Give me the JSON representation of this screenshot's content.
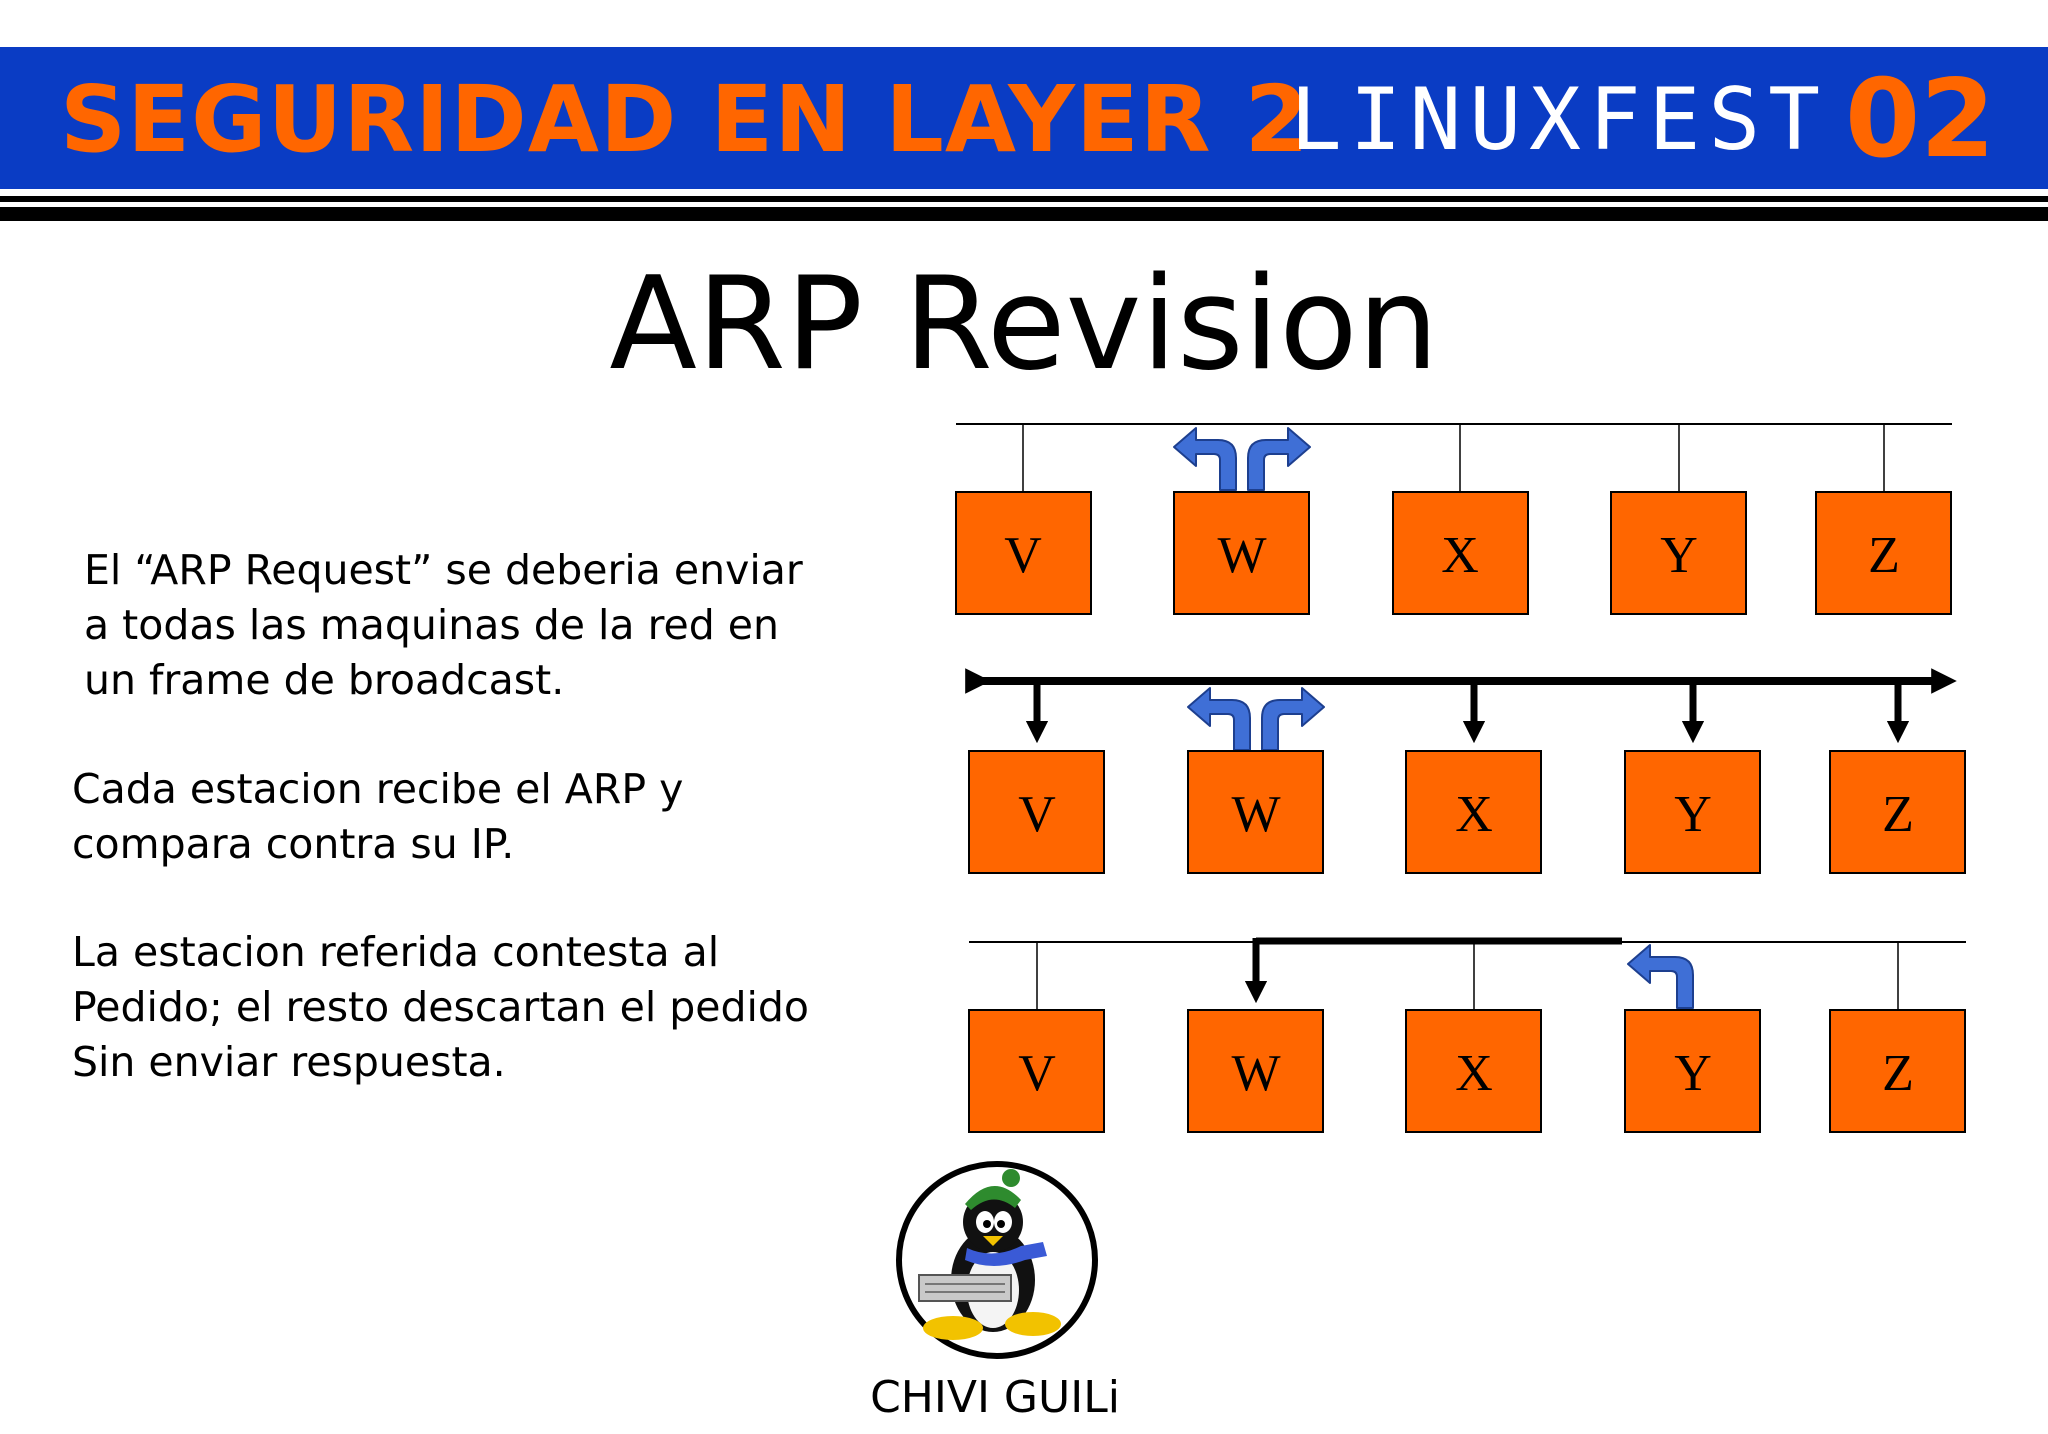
{
  "header": {
    "title": "SEGURIDAD EN LAYER 2",
    "brand": "LINUXFEST",
    "brand_number": "02"
  },
  "slide_title": "ARP Revision",
  "paragraphs": [
    [
      "El “ARP Request” se deberia enviar",
      "a todas las maquinas de la red en",
      "un frame de broadcast."
    ],
    [
      "Cada estacion recibe el ARP y",
      "compara contra su IP."
    ],
    [
      "La estacion referida contesta al",
      "Pedido; el resto descartan el pedido",
      "Sin enviar respuesta."
    ]
  ],
  "stations": [
    "V",
    "W",
    "X",
    "Y",
    "Z"
  ],
  "diagram_rows": [
    {
      "stage": "request-sent",
      "sender": "W"
    },
    {
      "stage": "broadcast-received",
      "sender": "W"
    },
    {
      "stage": "reply",
      "sender": "Y",
      "receiver": "W"
    }
  ],
  "colors": {
    "header_bg": "#0a3cc4",
    "accent_orange": "#ff6600",
    "box_fill": "#ff6600",
    "arrow_blue": "#3f6fd6"
  },
  "author": "CHIVI GUILi"
}
